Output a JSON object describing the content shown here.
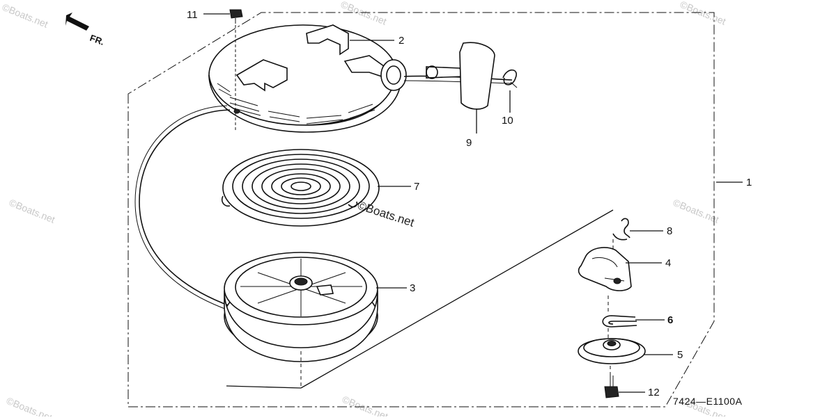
{
  "diagram": {
    "direction_indicator": "FR.",
    "drawing_code": "7424—E1100A",
    "watermark": "©Boats.net",
    "center_watermark": "©Boats.net",
    "callouts": [
      {
        "key": "c1",
        "number": "1"
      },
      {
        "key": "c2",
        "number": "2"
      },
      {
        "key": "c3",
        "number": "3"
      },
      {
        "key": "c4",
        "number": "4"
      },
      {
        "key": "c5",
        "number": "5"
      },
      {
        "key": "c6",
        "number": "6"
      },
      {
        "key": "c7",
        "number": "7"
      },
      {
        "key": "c8",
        "number": "8"
      },
      {
        "key": "c9",
        "number": "9"
      },
      {
        "key": "c10",
        "number": "10"
      },
      {
        "key": "c11",
        "number": "11"
      },
      {
        "key": "c12",
        "number": "12"
      }
    ],
    "icons": [
      "front-direction-arrow-icon"
    ]
  }
}
